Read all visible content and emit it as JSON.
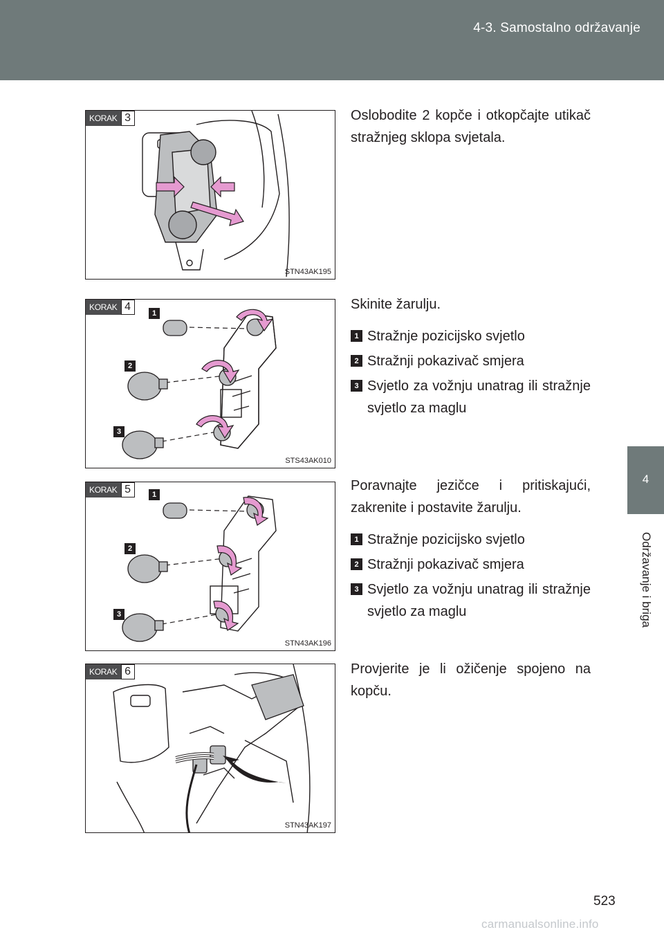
{
  "header": {
    "section_title": "4-3. Samostalno održavanje"
  },
  "side_tab": {
    "number": "4",
    "label": "Održavanje i briga"
  },
  "page_number": "523",
  "watermark": "carmanualsonline.info",
  "steps": [
    {
      "badge_word": "KORAK",
      "number": "3",
      "figure_code": "STN43AK195",
      "text": "Oslobodite 2 kopče i otkopčajte utikač stražnjeg sklopa svjetala.",
      "items": []
    },
    {
      "badge_word": "KORAK",
      "number": "4",
      "figure_code": "STS43AK010",
      "text": "Skinite žarulju.",
      "callouts": [
        "1",
        "2",
        "3"
      ],
      "items": [
        {
          "num": "1",
          "text": "Stražnje pozicijsko svjetlo"
        },
        {
          "num": "2",
          "text": "Stražnji pokazivač smjera"
        },
        {
          "num": "3",
          "text": "Svjetlo za vožnju unatrag ili stražnje svjetlo za maglu"
        }
      ]
    },
    {
      "badge_word": "KORAK",
      "number": "5",
      "figure_code": "STN43AK196",
      "text": "Poravnajte jezičce i pritiskajući, zakrenite i postavite žarulju.",
      "callouts": [
        "1",
        "2",
        "3"
      ],
      "items": [
        {
          "num": "1",
          "text": "Stražnje pozicijsko svjetlo"
        },
        {
          "num": "2",
          "text": "Stražnji pokazivač smjera"
        },
        {
          "num": "3",
          "text": "Svjetlo za vožnju unatrag ili stražnje svjetlo za maglu"
        }
      ]
    },
    {
      "badge_word": "KORAK",
      "number": "6",
      "figure_code": "STN43AK197",
      "text": "Provjerite je li ožičenje spojeno na kopču.",
      "items": []
    }
  ],
  "colors": {
    "header": "#6f7a7a",
    "arrow": "#e59ad0",
    "bulb": "#bcbec0",
    "ink": "#231f20"
  }
}
